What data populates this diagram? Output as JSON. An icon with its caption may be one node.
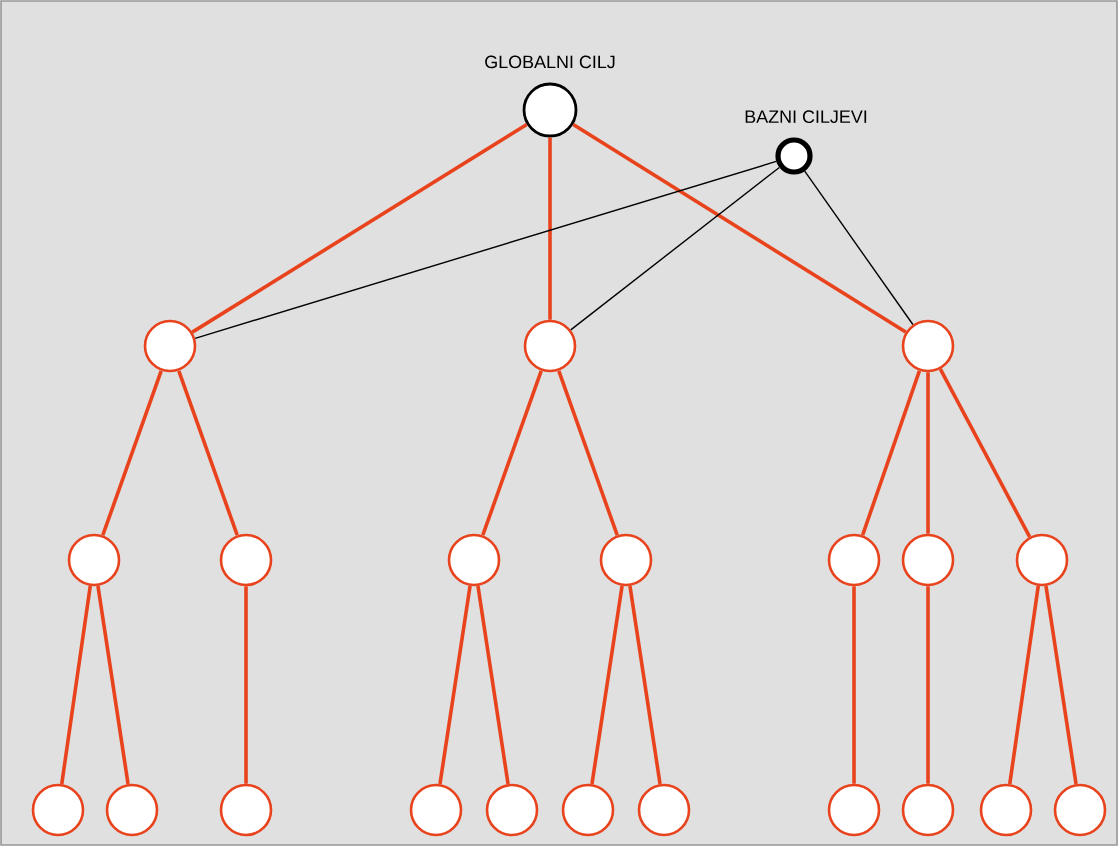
{
  "diagram": {
    "nodes": [
      {
        "text": [
          "GLOBALNI CILJ"
        ]
      },
      {
        "text": [
          "BAZNI CILJEVI"
        ]
      },
      {
        "text": [],
        "shape": "circle"
      },
      {
        "text": [],
        "shape": "circle"
      },
      {
        "text": [],
        "shape": "circle"
      },
      {
        "text": [],
        "shape": "circle"
      },
      {
        "text": [],
        "shape": "circle"
      },
      {
        "text": [],
        "shape": "circle"
      },
      {
        "text": [],
        "shape": "circle"
      },
      {
        "text": [],
        "shape": "circle"
      },
      {
        "text": [],
        "shape": "circle"
      },
      {
        "text": [],
        "shape": "circle"
      },
      {
        "text": [],
        "shape": "circle"
      },
      {
        "text": [],
        "shape": "circle"
      },
      {
        "text": [],
        "shape": "circle"
      },
      {
        "text": [],
        "shape": "circle"
      },
      {
        "text": [],
        "shape": "circle"
      },
      {
        "text": [],
        "shape": "circle"
      },
      {
        "text": [],
        "shape": "circle"
      },
      {
        "text": [],
        "shape": "circle"
      },
      {
        "text": [],
        "shape": "circle"
      },
      {
        "text": [],
        "shape": "circle"
      },
      {
        "text": [],
        "shape": "circle"
      }
    ],
    "edges": [
      {
        "from": 0,
        "to": 2,
        "arrow": "none"
      },
      {
        "from": 0,
        "to": 3,
        "arrow": "none"
      },
      {
        "from": 0,
        "to": 4,
        "arrow": "none"
      },
      {
        "from": 1,
        "to": 2,
        "arrow": "none",
        "color": "#000000"
      },
      {
        "from": 1,
        "to": 3,
        "arrow": "none",
        "color": "#000000"
      },
      {
        "from": 1,
        "to": 4,
        "arrow": "none",
        "color": "#000000"
      },
      {
        "from": 2,
        "to": 5,
        "arrow": "none"
      },
      {
        "from": 2,
        "to": 6,
        "arrow": "none"
      },
      {
        "from": 3,
        "to": 7,
        "arrow": "none"
      },
      {
        "from": 3,
        "to": 8,
        "arrow": "none"
      },
      {
        "from": 4,
        "to": 9,
        "arrow": "none"
      },
      {
        "from": 4,
        "to": 10,
        "arrow": "none"
      },
      {
        "from": 4,
        "to": 11,
        "arrow": "none"
      },
      {
        "from": 5,
        "to": 12,
        "arrow": "none"
      },
      {
        "from": 5,
        "to": 13,
        "arrow": "none"
      },
      {
        "from": 6,
        "to": 14,
        "arrow": "none"
      },
      {
        "from": 7,
        "to": 15,
        "arrow": "none"
      },
      {
        "from": 7,
        "to": 16,
        "arrow": "none"
      },
      {
        "from": 8,
        "to": 17,
        "arrow": "none"
      },
      {
        "from": 8,
        "to": 18,
        "arrow": "none"
      },
      {
        "from": 9,
        "to": 19,
        "arrow": "none"
      },
      {
        "from": 10,
        "to": 20,
        "arrow": "none"
      },
      {
        "from": 11,
        "to": 21,
        "arrow": "none"
      },
      {
        "from": 11,
        "to": 22,
        "arrow": "none"
      }
    ]
  }
}
